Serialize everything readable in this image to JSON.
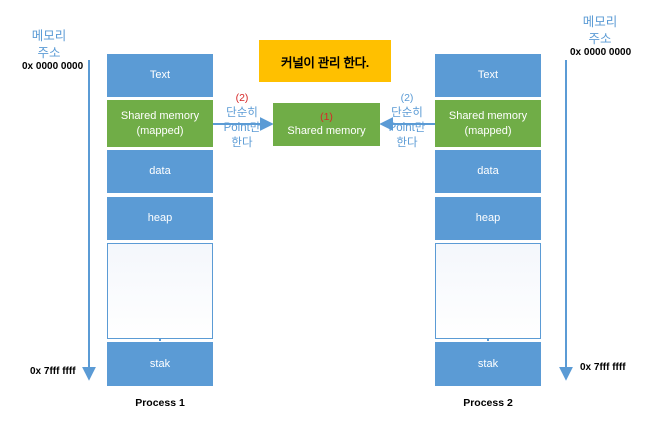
{
  "kernel_note": "커널이 관리 한다.",
  "memory_axis": {
    "line1": "메모리",
    "line2": "주소"
  },
  "address_start": "0x 0000 0000",
  "address_end": "0x 7fff ffff",
  "process1": {
    "name": "Process 1",
    "segments": {
      "text": "Text",
      "shared_line1": "Shared memory",
      "shared_line2": "(mapped)",
      "data": "data",
      "heap": "heap",
      "stack": "stak"
    }
  },
  "process2": {
    "name": "Process 2",
    "segments": {
      "text": "Text",
      "shared_line1": "Shared memory",
      "shared_line2": "(mapped)",
      "data": "data",
      "heap": "heap",
      "stack": "stak"
    }
  },
  "shared_memory": {
    "number": "(1)",
    "label": "Shared memory"
  },
  "pointer_note": {
    "number": "(2)",
    "line1": "단순히",
    "line2": "Point만",
    "line3": "한다"
  },
  "colors": {
    "segment_blue": "#5b9bd5",
    "shared_green": "#70ad47",
    "kernel_yellow": "#ffc000",
    "annotation_red": "#d62828"
  }
}
